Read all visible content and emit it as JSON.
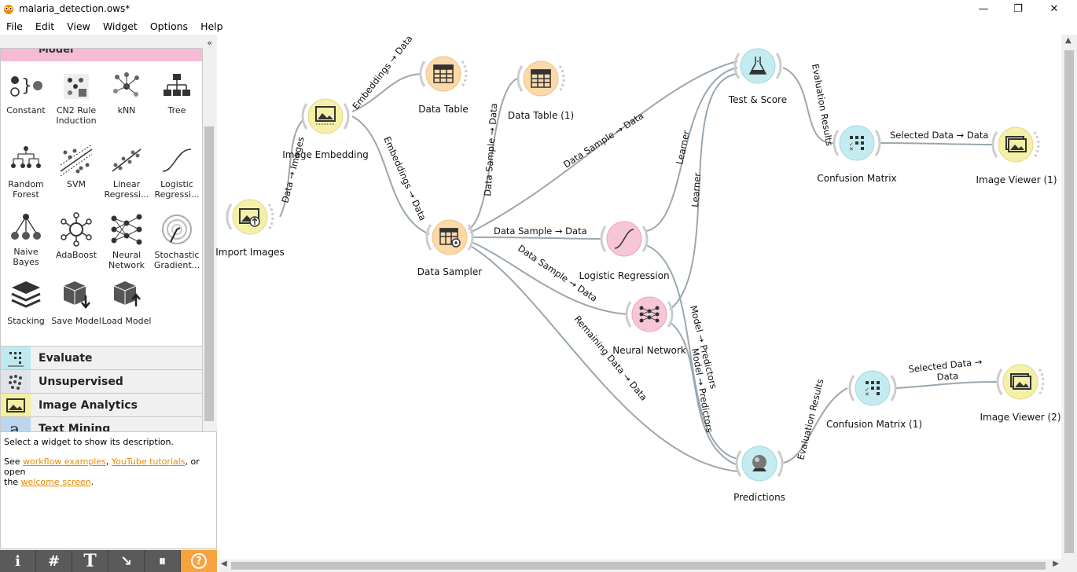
{
  "window": {
    "title": "malaria_detection.ows*",
    "minimize": "—",
    "maximize": "❐",
    "close": "✕"
  },
  "menu": [
    "File",
    "Edit",
    "View",
    "Widget",
    "Options",
    "Help"
  ],
  "toolbox": {
    "section": "Model",
    "tools": [
      {
        "label": "Constant"
      },
      {
        "label": "CN2 Rule Induction"
      },
      {
        "label": "kNN"
      },
      {
        "label": "Tree"
      },
      {
        "label": "Random Forest"
      },
      {
        "label": "SVM"
      },
      {
        "label": "Linear Regressi..."
      },
      {
        "label": "Logistic Regressi..."
      },
      {
        "label": "Naive Bayes"
      },
      {
        "label": "AdaBoost"
      },
      {
        "label": "Neural Network"
      },
      {
        "label": "Stochastic Gradient..."
      },
      {
        "label": "Stacking"
      },
      {
        "label": "Save Model"
      },
      {
        "label": "Load Model"
      }
    ],
    "categories": [
      {
        "label": "Evaluate",
        "color": "#bde9ef"
      },
      {
        "label": "Unsupervised",
        "color": "#dfe4ea"
      },
      {
        "label": "Image Analytics",
        "color": "#f5f0a0"
      },
      {
        "label": "Text Mining",
        "color": "#bcd6f0"
      }
    ]
  },
  "description": {
    "line1": "Select a widget to show its description.",
    "see": "See ",
    "link1": "workflow examples",
    "comma": ", ",
    "link2": "YouTube tutorials",
    "or_open": ", or open",
    "the": "the ",
    "link3": "welcome screen",
    "dot": "."
  },
  "bottom_buttons": [
    "i",
    "#",
    "T",
    "↘",
    "⏸",
    "?"
  ],
  "nodes": [
    {
      "label": "Import Images",
      "color": "#f5f0a8"
    },
    {
      "label": "Image Embedding",
      "color": "#f5f0a8"
    },
    {
      "label": "Data Table",
      "color": "#fbd9a8"
    },
    {
      "label": "Data Table (1)",
      "color": "#fbd9a8"
    },
    {
      "label": "Data Sampler",
      "color": "#fbd9a8"
    },
    {
      "label": "Logistic Regression",
      "color": "#f6c6d8"
    },
    {
      "label": "Neural Network",
      "color": "#f6c6d8"
    },
    {
      "label": "Test & Score",
      "color": "#c4ecf0"
    },
    {
      "label": "Predictions",
      "color": "#c4ecf0"
    },
    {
      "label": "Confusion Matrix",
      "color": "#c4ecf0"
    },
    {
      "label": "Confusion Matrix (1)",
      "color": "#c4ecf0"
    },
    {
      "label": "Image Viewer (1)",
      "color": "#f5f0a8"
    },
    {
      "label": "Image Viewer (2)",
      "color": "#f5f0a8"
    }
  ],
  "links": [
    "Data → Images",
    "Embeddings → Data",
    "Embeddings → Data",
    "Data Sample → Data",
    "Data Sample → Data",
    "Data Sample → Data",
    "Data Sample → Data",
    "Remaining Data → Data",
    "Learner",
    "Learner",
    "Model → Predictors",
    "Model → Predictors",
    "Evaluation Results",
    "Evaluation Results",
    "Selected Data → Data",
    "Selected Data →",
    "Data"
  ]
}
